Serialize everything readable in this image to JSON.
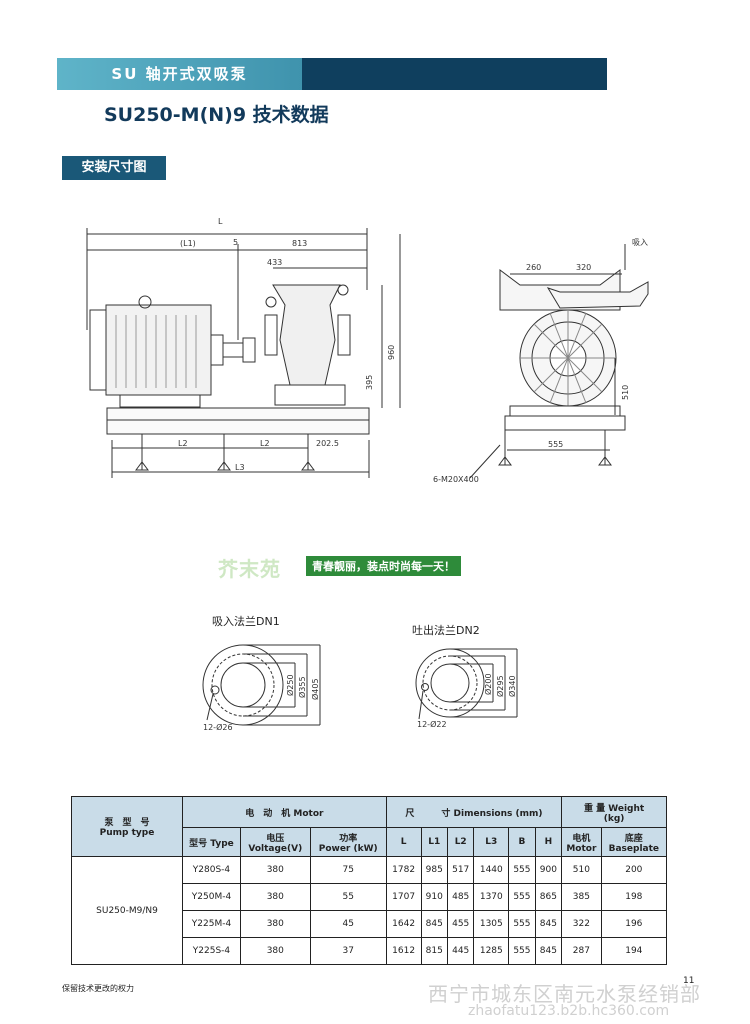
{
  "header": {
    "series_title": "SU 轴开式双吸泵",
    "model_title": "SU250-M(N)9 技术数据",
    "section_label": "安装尺寸图"
  },
  "drawing": {
    "dims": {
      "L": "L",
      "L1": "(L1)",
      "five": "5",
      "d813": "813",
      "d433": "433",
      "d395": "395",
      "d960": "960",
      "L2a": "L2",
      "L2b": "L2",
      "d2025": "202.5",
      "L3": "L3",
      "d260": "260",
      "d320": "320",
      "inlet": "吸入",
      "d510": "510",
      "d555": "555",
      "bolts": "6-M20X400"
    }
  },
  "banner": {
    "logo": "芥末苑",
    "slogan": "青春靓丽，装点时尚每一天！"
  },
  "flanges": {
    "dn1": {
      "title": "吸入法兰DN1",
      "d_inner": "Ø250",
      "d_mid": "Ø355",
      "d_outer": "Ø405",
      "holes": "12-Ø26"
    },
    "dn2": {
      "title": "吐出法兰DN2",
      "d_inner": "Ø200",
      "d_mid": "Ø295",
      "d_outer": "Ø340",
      "holes": "12-Ø22"
    }
  },
  "table": {
    "h_pump_cn": "泵　型　号",
    "h_pump_en": "Pump type",
    "h_motor": "电　动　机 Motor",
    "h_dims_cn": "尺　　　寸",
    "h_dims_en": "Dimensions  (mm)",
    "h_weight": "重 量 Weight",
    "h_weight_unit": "(kg)",
    "h_type": "型号 Type",
    "h_voltage_cn": "电压",
    "h_voltage_en": "Voltage(V)",
    "h_power_cn": "功率",
    "h_power_en": "Power (kW)",
    "h_L": "L",
    "h_L1": "L1",
    "h_L2": "L2",
    "h_L3": "L3",
    "h_B": "B",
    "h_H": "H",
    "h_motor_w_cn": "电机",
    "h_motor_w_en": "Motor",
    "h_base_cn": "底座",
    "h_base_en": "Baseplate",
    "pump_model": "SU250-M9/N9",
    "rows": [
      [
        "Y280S-4",
        "380",
        "75",
        "1782",
        "985",
        "517",
        "1440",
        "555",
        "900",
        "510",
        "200"
      ],
      [
        "Y250M-4",
        "380",
        "55",
        "1707",
        "910",
        "485",
        "1370",
        "555",
        "865",
        "385",
        "198"
      ],
      [
        "Y225M-4",
        "380",
        "45",
        "1642",
        "845",
        "455",
        "1305",
        "555",
        "845",
        "322",
        "196"
      ],
      [
        "Y225S-4",
        "380",
        "37",
        "1612",
        "815",
        "445",
        "1285",
        "555",
        "845",
        "287",
        "194"
      ]
    ]
  },
  "footer": {
    "note": "保留技术更改的权力",
    "page": "11",
    "watermark_cn": "西宁市城东区南元水泵经销部",
    "watermark_url": "zhaofatu123.b2b.hc360.com"
  },
  "colors": {
    "header_teal": "#4aa3bd",
    "header_dark": "#0f3f5e",
    "table_head": "#c9dce8",
    "banner_green": "#2e8b3a"
  }
}
